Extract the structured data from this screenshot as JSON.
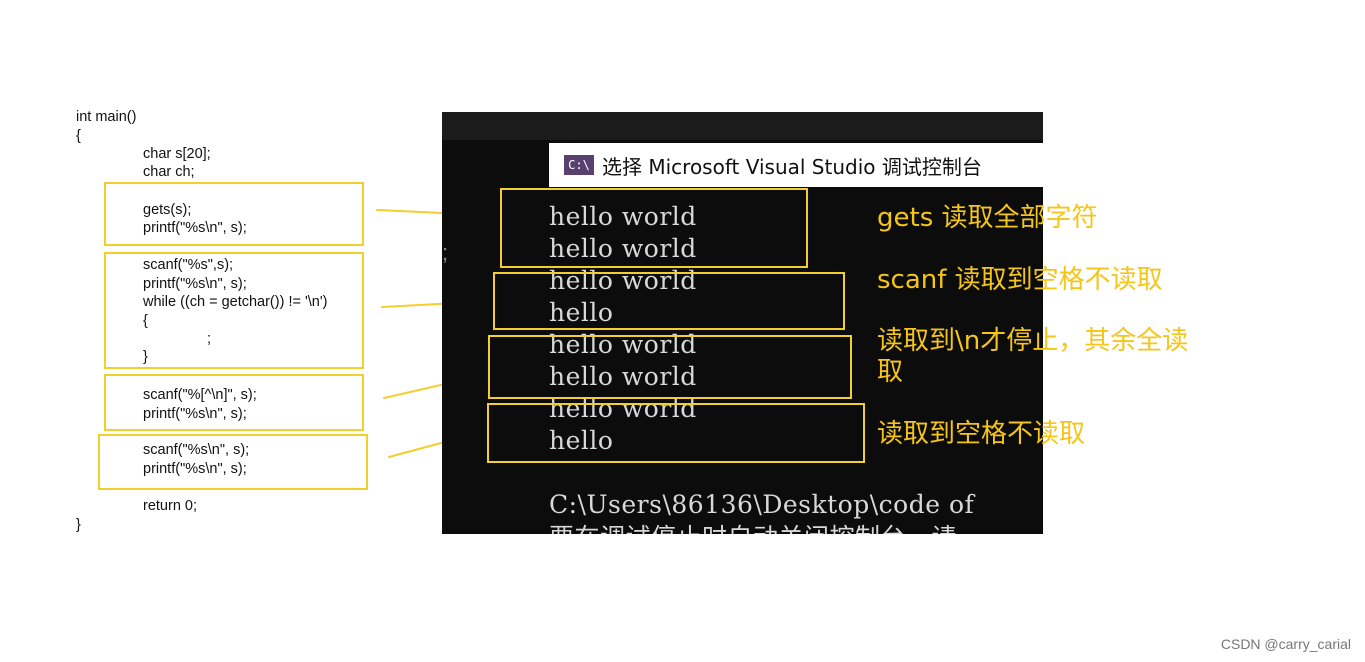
{
  "code_lines": [
    "int main()",
    "{",
    "char s[20];",
    "char ch;",
    "gets(s);",
    "printf(\"%s\\n\", s);",
    "scanf(\"%s\",s);",
    "printf(\"%s\\n\", s);",
    "while ((ch = getchar()) != '\\n')",
    "{",
    ";",
    "}",
    "scanf(\"%[^\\n]\", s);",
    "printf(\"%s\\n\", s);",
    "scanf(\"%s\\n\", s);",
    "printf(\"%s\\n\", s);",
    "return 0;",
    "}"
  ],
  "console": {
    "icon": "C:\\",
    "title": "选择 Microsoft Visual Studio 调试控制台",
    "lines": [
      "hello world",
      "hello world",
      "hello world",
      "hello",
      "hello world",
      "hello world",
      "hello world",
      "hello",
      "C:\\Users\\86136\\Desktop\\code of",
      "要在调试停止时自动关闭控制台，请"
    ]
  },
  "annotations": [
    "gets 读取全部字符",
    "scanf 读取到空格不读取",
    "读取到\\n才停止，其余全读",
    "取",
    "读取到空格不读取"
  ],
  "watermark": "CSDN @carry_carial",
  "colors": {
    "highlight": "#f2cf2e",
    "annotation": "#f5c518",
    "console_bg": "#0c0c0c",
    "console_text": "#d8d8d8",
    "vs_purple": "#58406f"
  }
}
